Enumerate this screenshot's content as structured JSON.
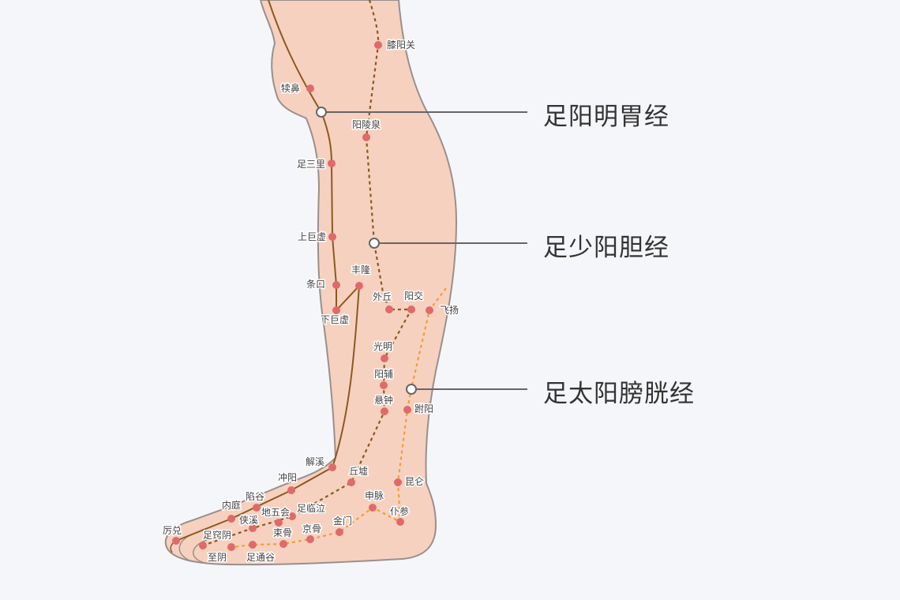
{
  "colors": {
    "skin": "#f6d1c0",
    "outline": "#9a8f8c",
    "stomach_line": "#8a5a1e",
    "gallbladder_line": "#8a5a1e",
    "bladder_line": "#f0a030",
    "point": "#e06a6a",
    "callout": "#666666"
  },
  "meridians": [
    {
      "name": "足阳明胃经",
      "style": "solid",
      "points": [
        "犊鼻",
        "足三里",
        "上巨虚",
        "条口",
        "下巨虚",
        "丰隆",
        "解溪",
        "冲阳",
        "陷谷",
        "内庭",
        "厉兑"
      ]
    },
    {
      "name": "足少阳胆经",
      "style": "dotted",
      "points": [
        "膝阳关",
        "阳陵泉",
        "外丘",
        "阳交",
        "光明",
        "阳辅",
        "悬钟",
        "丘墟",
        "足临泣",
        "地五会",
        "侠溪",
        "足窍阴"
      ]
    },
    {
      "name": "足太阳膀胱经",
      "style": "dotted",
      "points": [
        "飞扬",
        "跗阳",
        "昆仑",
        "仆参",
        "申脉",
        "金门",
        "京骨",
        "束骨",
        "足通谷",
        "至阴"
      ]
    }
  ]
}
